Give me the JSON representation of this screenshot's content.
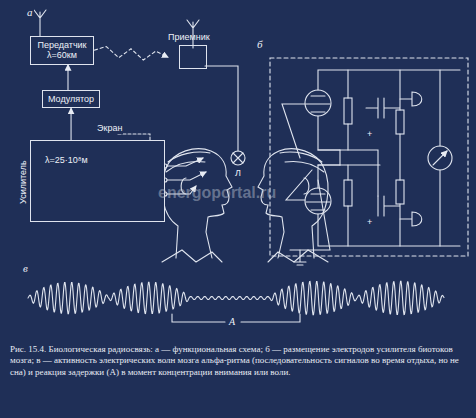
{
  "diagram": {
    "caption": "Рис. 15.4. Биологическая радиосвязь: а — функциональная схема; б — размещение электродов усилителя биотоков мозга; в — активность электрических волн мозга альфа-ритма (последовательность сигналов во время отдыха, но не сна) и реакция задержки (А) в момент концентрации внимания или воли.",
    "nodes": [
      {
        "text": [
          "Передатчик λ=60км"
        ]
      },
      {
        "text": [
          "Модулятор"
        ]
      },
      {
        "text": [
          "Приемник"
        ]
      },
      {
        "text": [
          "λ=25·10⁸м",
          "Усилитель"
        ]
      }
    ],
    "edges": [
      {
        "from": 3,
        "to": 1,
        "arrow": "to"
      },
      {
        "from": 1,
        "to": 0,
        "arrow": "to"
      },
      {
        "from": 0,
        "to": 2,
        "arrow": "to"
      }
    ],
    "labels": [
      "а",
      "б",
      "в",
      "Экран",
      "Л",
      "+",
      "+",
      "А",
      "energoportal.ru"
    ]
  }
}
